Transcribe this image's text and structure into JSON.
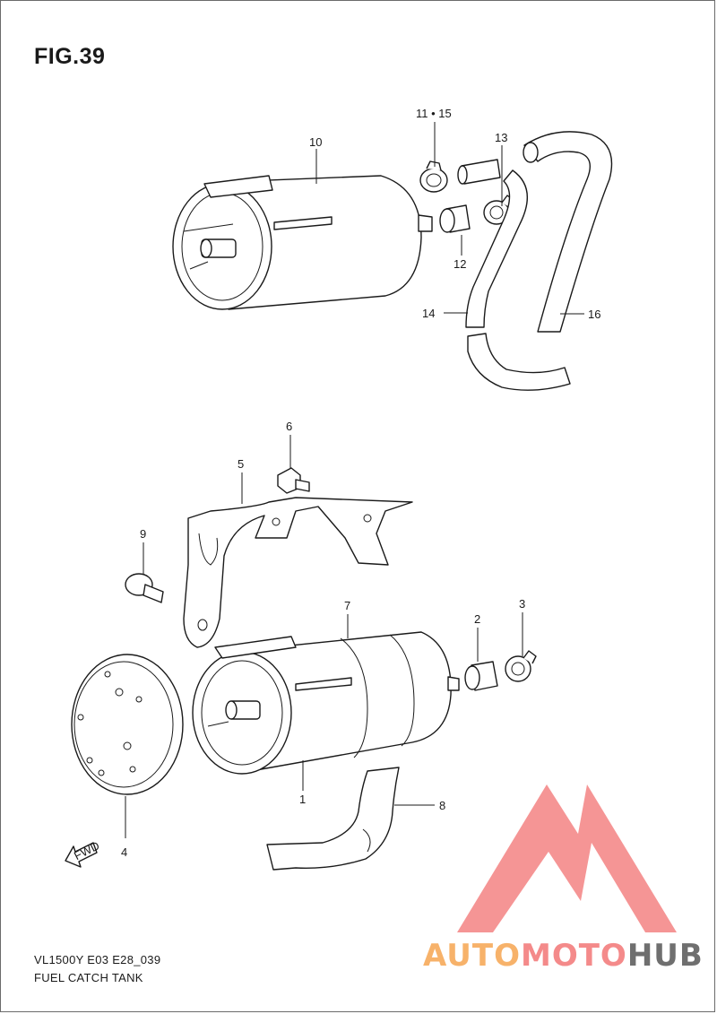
{
  "figure": {
    "title": "FIG.39"
  },
  "callouts": [
    {
      "id": "c10",
      "text": "10"
    },
    {
      "id": "c11",
      "text": "11 • 15"
    },
    {
      "id": "c13",
      "text": "13"
    },
    {
      "id": "c12",
      "text": "12"
    },
    {
      "id": "c14",
      "text": "14"
    },
    {
      "id": "c16",
      "text": "16"
    },
    {
      "id": "c6",
      "text": "6"
    },
    {
      "id": "c5",
      "text": "5"
    },
    {
      "id": "c9",
      "text": "9"
    },
    {
      "id": "c7",
      "text": "7"
    },
    {
      "id": "c2",
      "text": "2"
    },
    {
      "id": "c3",
      "text": "3"
    },
    {
      "id": "c1",
      "text": "1"
    },
    {
      "id": "c8",
      "text": "8"
    },
    {
      "id": "c4",
      "text": "4"
    }
  ],
  "fwd_arrow": {
    "label": "FWD"
  },
  "footer": {
    "code": "VL1500Y E03 E28_039",
    "name": "FUEL CATCH TANK"
  },
  "watermark": {
    "parts": [
      "AUTO",
      "MOTO",
      "HUB"
    ],
    "colors": {
      "auto": "#f7b26a",
      "moto": "#f48a8a",
      "hub": "#6f6f6f",
      "logo": "#f05a5a"
    }
  }
}
